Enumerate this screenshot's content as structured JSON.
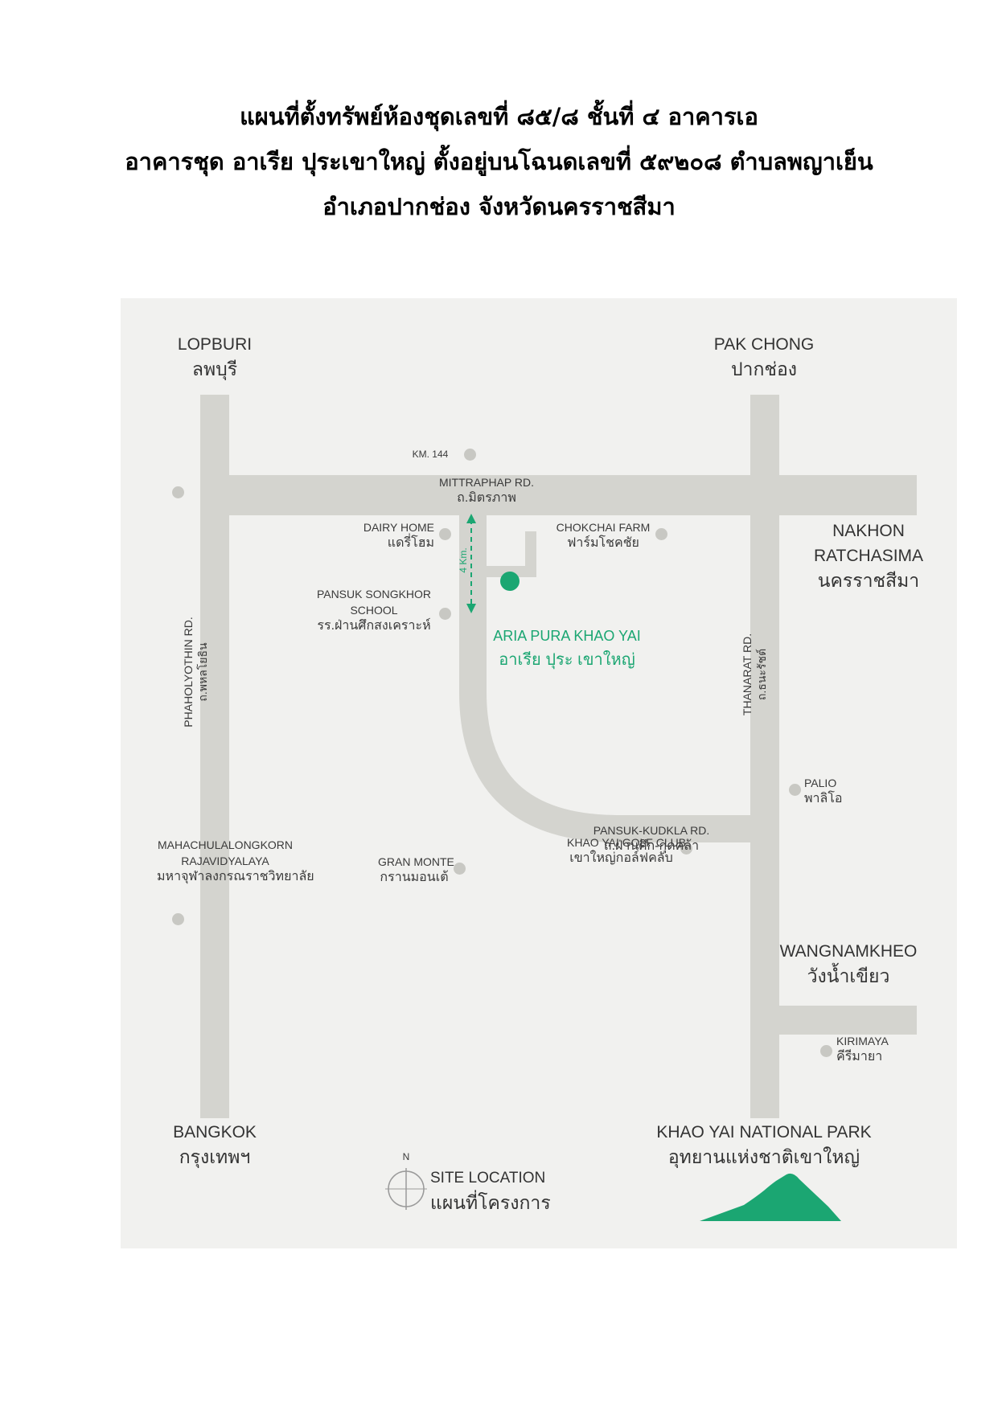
{
  "heading": {
    "line1": "แผนที่ตั้งทรัพย์ห้องชุดเลขที่ ๘๕/๘ ชั้นที่ ๔ อาคารเอ",
    "line2": "อาคารชุด อาเรีย ปุระเขาใหญ่ ตั้งอยู่บนโฉนดเลขที่ ๕๙๒๐๘ ตำบลพญาเย็น",
    "line3": "อำเภอปากช่อง จังหวัดนครราชสีมา"
  },
  "map": {
    "places": {
      "lopburi": {
        "en": "LOPBURI",
        "th": "ลพบุรี"
      },
      "pak_chong": {
        "en": "PAK CHONG",
        "th": "ปากช่อง"
      },
      "nakhon": {
        "en1": "NAKHON",
        "en2": "RATCHASIMA",
        "th": "นครราชสีมา"
      },
      "bangkok": {
        "en": "BANGKOK",
        "th": "กรุงเทพฯ"
      },
      "wangnamkheo": {
        "en": "WANGNAMKHEO",
        "th": "วังน้ำเขียว"
      },
      "khao_yai": {
        "en": "KHAO YAI NATIONAL PARK",
        "th": "อุทยานแห่งชาติเขาใหญ่"
      }
    },
    "roads": {
      "mittraphap": {
        "en": "MITTRAPHAP RD.",
        "th": "ถ.มิตรภาพ"
      },
      "phaholyothin": {
        "en": "PHAHOLYOTHIN RD.",
        "th": "ถ.พหลโยธิน"
      },
      "thanarat": {
        "en": "THANARAT RD.",
        "th": "ถ.ธนะรัชต์"
      },
      "pansuk_kudkla": {
        "en": "PANSUK-KUDKLA RD.",
        "th": "ถ.ฝ่านศึก-กุดคล้า"
      }
    },
    "landmarks": {
      "km144": "KM. 144",
      "dairy_home": {
        "en": "DAIRY HOME",
        "th": "แดรี่โฮม"
      },
      "chokchai": {
        "en": "CHOKCHAI FARM",
        "th": "ฟาร์มโชคชัย"
      },
      "pansuk_school": {
        "en1": "PANSUK SONGKHOR",
        "en2": "SCHOOL",
        "th": "รร.ฝ่านศึกสงเคราะห์"
      },
      "palio": {
        "en": "PALIO",
        "th": "พาลิโอ"
      },
      "golf": {
        "en": "KHAO YAI GOLF CLUB",
        "th": "เขาใหญ่กอล์ฟคลับ"
      },
      "gran_monte": {
        "en": "GRAN MONTE",
        "th": "กรานมอนเต้"
      },
      "mahachula": {
        "en1": "MAHACHULALONGKORN",
        "en2": "RAJAVIDYALAYA",
        "th": "มหาจุฬาลงกรณราชวิทยาลัย"
      },
      "kirimaya": {
        "en": "KIRIMAYA",
        "th": "คีรีมายา"
      }
    },
    "project": {
      "en": "ARIA PURA KHAO YAI",
      "th": "อาเรีย ปุระ เขาใหญ่"
    },
    "distance": "4 Km.",
    "legend": {
      "north": "N",
      "en": "SITE LOCATION",
      "th": "แผนที่โครงการ"
    },
    "colors": {
      "accent": "#1ba672",
      "road": "#d4d4cf",
      "background": "#f1f1ef"
    }
  }
}
